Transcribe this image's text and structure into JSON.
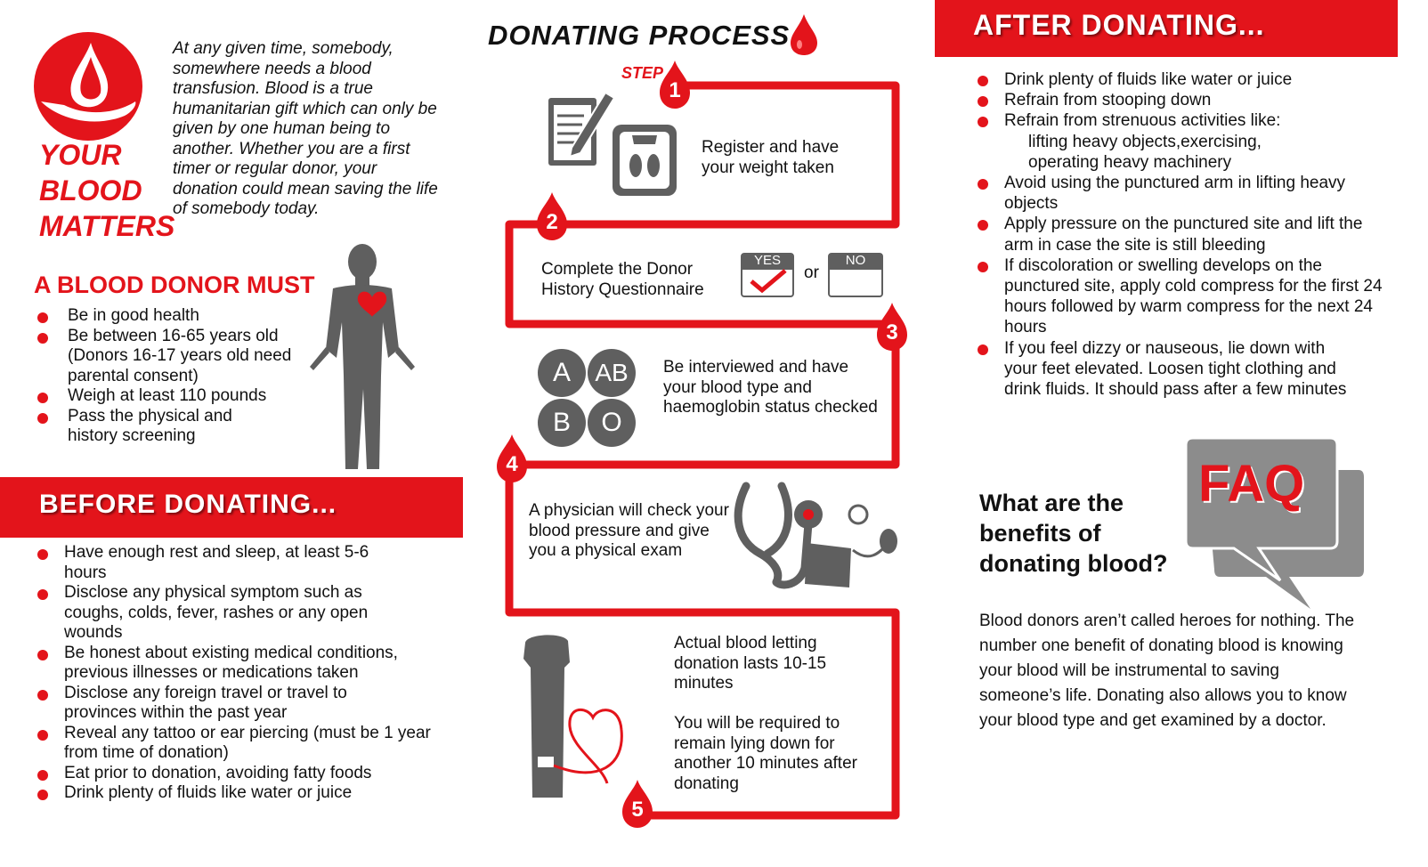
{
  "intro": {
    "title_lines": [
      "YOUR",
      "BLOOD",
      "MATTERS"
    ],
    "paragraph": "At any given time, somebody, somewhere needs a blood transfusion. Blood is a true humanitarian gift which can only be given by one human being to another. Whether you are a first timer or regular donor, your donation could mean saving the life of somebody today."
  },
  "donor_must": {
    "heading": "A BLOOD DONOR MUST",
    "items": [
      "Be in good health",
      "Be between 16-65 years old (Donors 16-17 years old need parental consent)",
      "Weigh at least 110 pounds",
      "Pass the physical and history screening"
    ]
  },
  "before": {
    "heading": "BEFORE DONATING...",
    "items": [
      "Have enough rest and sleep, at least 5-6 hours",
      "Disclose any physical symptom such as coughs, colds, fever, rashes or any open wounds",
      "Be honest about existing medical conditions, previous illnesses or medications taken",
      "Disclose any foreign travel or travel to provinces within the past year",
      "Reveal any tattoo or ear piercing (must be 1 year from time of donation)",
      "Eat prior to donation, avoiding fatty foods",
      "Drink plenty of fluids like water or juice"
    ]
  },
  "process": {
    "heading": "DONATING PROCESS",
    "step_word": "STEP",
    "steps": [
      {
        "number": "1",
        "text": "Register and have your weight taken"
      },
      {
        "number": "2",
        "text": "Complete the Donor History Questionnaire"
      },
      {
        "number": "3",
        "text": "Be interviewed and have your blood type and haemoglobin status checked"
      },
      {
        "number": "4",
        "text": "A physician will check your blood pressure and give you a physical exam"
      },
      {
        "number": "5",
        "text": "Actual blood letting donation lasts 10-15 minutes",
        "text2": "You will be required to remain lying down for another 10 minutes after donating"
      }
    ],
    "yes_label": "YES",
    "or_label": "or",
    "no_label": "NO",
    "blood_types": [
      "A",
      "AB",
      "B",
      "O"
    ]
  },
  "after": {
    "heading": "AFTER DONATING...",
    "items": [
      {
        "text": "Drink plenty of fluids like water or juice"
      },
      {
        "text": "Refrain from stooping down"
      },
      {
        "text": "Refrain from strenuous activities like:",
        "sub": "lifting heavy objects,exercising, operating heavy machinery"
      },
      {
        "text": "Avoid using the punctured arm in lifting heavy objects"
      },
      {
        "text": "Apply pressure on the punctured site and lift the arm in case the site is still bleeding"
      },
      {
        "text": "If discoloration or swelling develops on the punctured site, apply  cold  compress for the first 24 hours followed by warm compress for the next 24 hours"
      },
      {
        "text": "If you feel dizzy or nauseous, lie down with your feet elevated. Loosen tight clothing and drink fluids. It should pass after a few minutes"
      }
    ]
  },
  "faq": {
    "badge": "FAQ",
    "question": "What are the benefits of donating blood?",
    "answer": "Blood donors aren’t called heroes for nothing. The number one benefit of donating blood is knowing your blood will be instrumental to saving someone’s life. Donating also allows you to know your blood type and get examined by a doctor."
  },
  "colors": {
    "accent": "#e3141b",
    "icon_gray": "#5f5f5f"
  }
}
